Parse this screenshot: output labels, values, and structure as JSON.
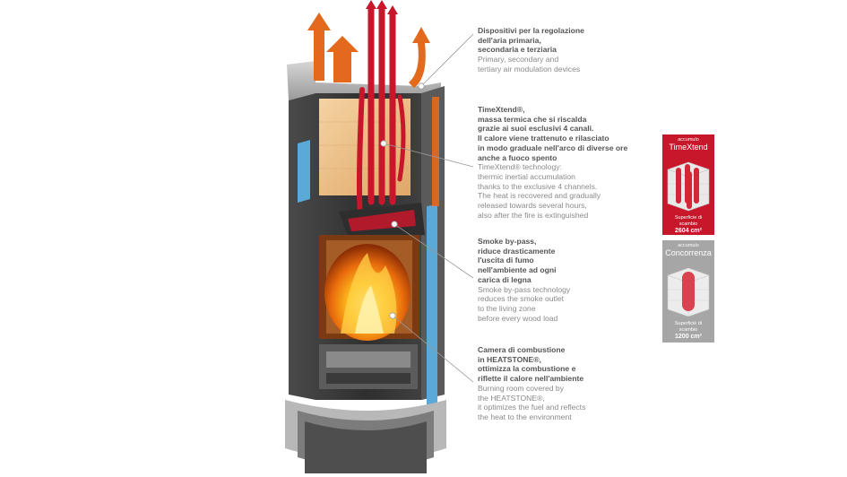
{
  "callouts": [
    {
      "it": "Dispositivi per la regolazione\ndell'aria primaria,\nsecondaria e terziaria",
      "en": "Primary, secondary and\ntertiary air modulation devices"
    },
    {
      "it": "TimeXtend®,\nmassa termica che si riscalda\ngrazie ai suoi esclusivi 4 canali.\nIl calore viene trattenuto e rilasciato\nin modo graduale nell'arco di diverse ore\nanche a fuoco spento",
      "en": "TimeXtend® technology:\nthermic inertial accumulation\nthanks to the exclusive 4 channels.\nThe heat is recovered and gradually\nreleased towards several hours,\nalso after the fire is extinguished"
    },
    {
      "it": "Smoke by-pass,\nriduce drasticamente\nl'uscita di fumo\nnell'ambiente ad ogni\ncarica di legna",
      "en": "Smoke by-pass technology\nreduces the smoke outlet\nto the living zone\nbefore every wood load"
    },
    {
      "it": "Camera di combustione\nin HEATSTONE®,\nottimizza la combustione e\nriflette il calore nell'ambiente",
      "en": "Burning room covered by\nthe HEATSTONE®,\nit optimizes the fuel and reflects\nthe heat to the environment"
    }
  ],
  "badges": [
    {
      "small": "accumulo",
      "title": "TimeXtend",
      "foot_label": "Superficie di\nscambio",
      "foot_value": "2604 cm²",
      "color": "#c8162a"
    },
    {
      "small": "accumulo",
      "title": "Concorrenza",
      "foot_label": "Superficie di\nscambio",
      "foot_value": "1200 cm²",
      "color": "#a6a6a6"
    }
  ],
  "colors": {
    "flame": "#f6a01a",
    "hot_air": "#e36a1c",
    "smoke_channel": "#c8162a",
    "cold_air": "#5aa9d6",
    "body": "#3a3a3a"
  }
}
